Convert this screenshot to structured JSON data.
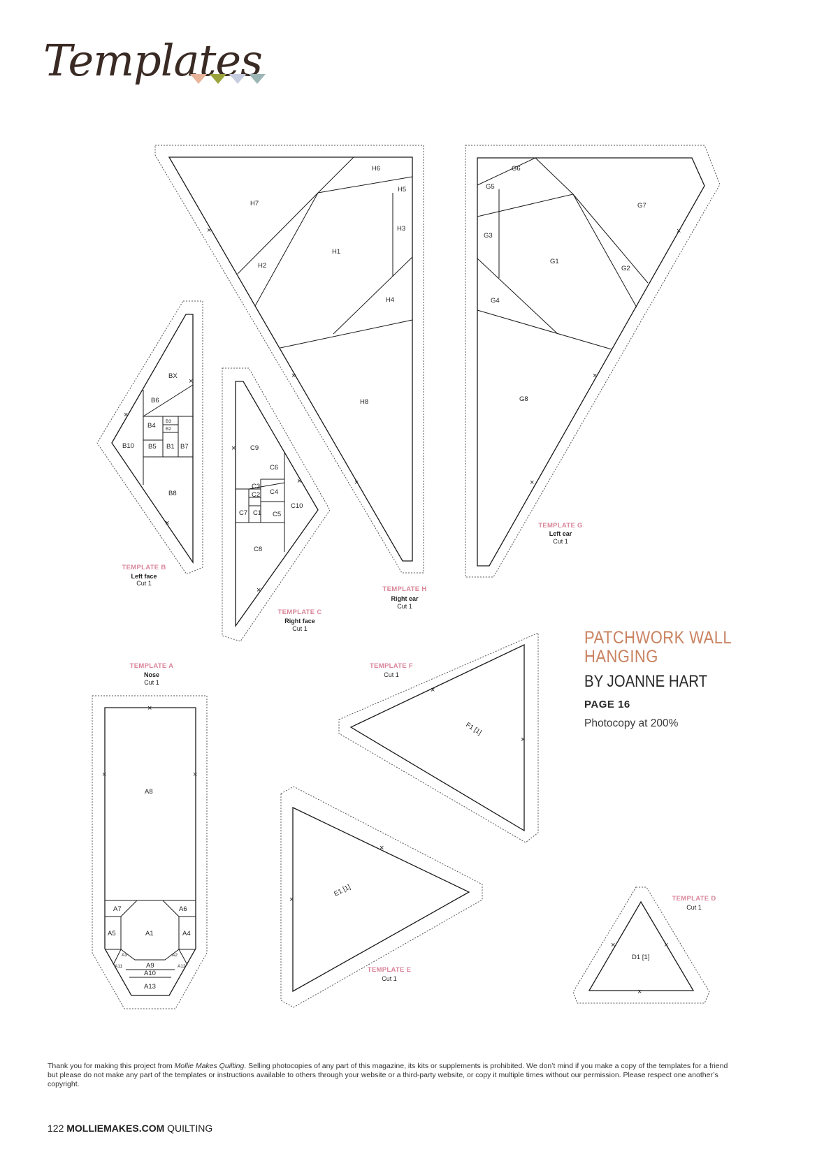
{
  "header": {
    "title": "Templates",
    "bunting_colors": [
      "#e8b49a",
      "#9aa43a",
      "#c7cde0",
      "#9cb5b5"
    ]
  },
  "templates": {
    "A": {
      "name": "TEMPLATE A",
      "desc": "Nose",
      "cut": "Cut 1",
      "pieces": [
        "A1",
        "A2",
        "A3",
        "A4",
        "A5",
        "A6",
        "A7",
        "A8",
        "A9",
        "A10",
        "A11",
        "A12",
        "A13"
      ]
    },
    "B": {
      "name": "TEMPLATE B",
      "desc": "Left face",
      "cut": "Cut 1",
      "pieces": [
        "B1",
        "B2",
        "B3",
        "B4",
        "B5",
        "B6",
        "B7",
        "B8",
        "B10",
        "BX"
      ]
    },
    "C": {
      "name": "TEMPLATE C",
      "desc": "Right face",
      "cut": "Cut 1",
      "pieces": [
        "C1",
        "C2",
        "C3",
        "C4",
        "C5",
        "C6",
        "C7",
        "C8",
        "C9",
        "C10"
      ]
    },
    "D": {
      "name": "TEMPLATE D",
      "desc": "",
      "cut": "Cut 1",
      "pieces": [
        "D1 [1]"
      ]
    },
    "E": {
      "name": "TEMPLATE E",
      "desc": "",
      "cut": "Cut 1",
      "pieces": [
        "E1 [1]"
      ]
    },
    "F": {
      "name": "TEMPLATE F",
      "desc": "",
      "cut": "Cut 1",
      "pieces": [
        "F1 [1]"
      ]
    },
    "G": {
      "name": "TEMPLATE G",
      "desc": "Left ear",
      "cut": "Cut 1",
      "pieces": [
        "G1",
        "G2",
        "G3",
        "G4",
        "G5",
        "G6",
        "G7",
        "G8"
      ]
    },
    "H": {
      "name": "TEMPLATE H",
      "desc": "Right ear",
      "cut": "Cut 1",
      "pieces": [
        "H1",
        "H2",
        "H3",
        "H4",
        "H5",
        "H6",
        "H7",
        "H8"
      ]
    }
  },
  "info": {
    "title": "PATCHWORK WALL HANGING",
    "author": "BY JOANNE HART",
    "page": "PAGE 16",
    "copy": "Photocopy at 200%"
  },
  "footer": {
    "note_before": "Thank you for making this project from ",
    "note_mag": "Mollie Makes Quilting",
    "note_after": ". Selling photocopies of any part of this magazine, its kits or supplements is prohibited. We don’t mind if you make a copy of the templates for a friend but please do not make any part of the templates or instructions available to others through your website or a third-party website, or copy it multiple times without our permission. Please respect one another’s copyright.",
    "page_number": "122",
    "site": "MOLLIEMAKES.COM",
    "section": "QUILTING"
  }
}
